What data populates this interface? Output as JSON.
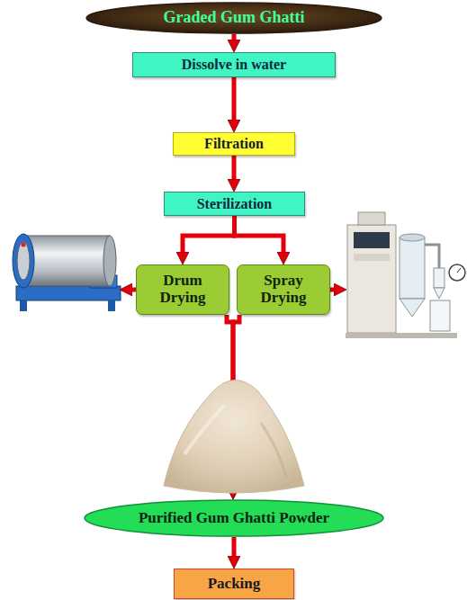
{
  "diagram": {
    "nodes": [
      {
        "text": [
          "Graded Gum Ghatti"
        ]
      },
      {
        "text": [
          "Dissolve in water"
        ]
      },
      {
        "text": [
          "Filtration"
        ]
      },
      {
        "text": [
          "Sterilization"
        ]
      },
      {
        "text": [
          "Drum Drying"
        ]
      },
      {
        "text": [
          "Spray Drying"
        ]
      },
      {
        "text": [
          "Purified Gum Ghatti Powder"
        ]
      },
      {
        "text": [
          "Packing"
        ]
      }
    ],
    "edges": [
      {
        "from": 0,
        "to": 1,
        "arrow": "to"
      },
      {
        "from": 1,
        "to": 2,
        "arrow": "to"
      },
      {
        "from": 2,
        "to": 3,
        "arrow": "to"
      },
      {
        "from": 3,
        "to": 4,
        "arrow": "to"
      },
      {
        "from": 3,
        "to": 5,
        "arrow": "to"
      },
      {
        "from": 4,
        "to": 6,
        "arrow": "to"
      },
      {
        "from": 5,
        "to": 6,
        "arrow": "to"
      },
      {
        "from": 6,
        "to": 7,
        "arrow": "to"
      }
    ]
  }
}
